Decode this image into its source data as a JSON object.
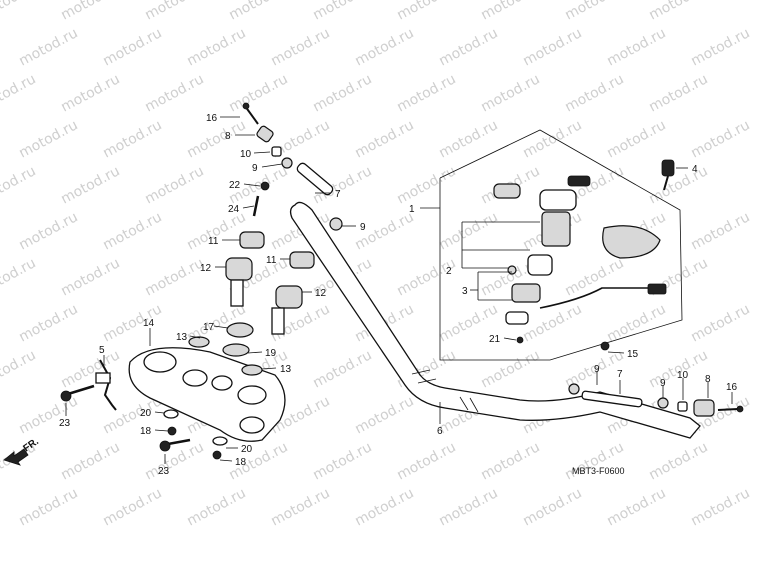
{
  "diagram": {
    "code": "MBT3-F0600",
    "front_label": "FR.",
    "watermark": "motod.ru",
    "callouts": [
      {
        "id": "c16a",
        "text": "16"
      },
      {
        "id": "c8a",
        "text": "8"
      },
      {
        "id": "c10a",
        "text": "10"
      },
      {
        "id": "c9a",
        "text": "9"
      },
      {
        "id": "c22",
        "text": "22"
      },
      {
        "id": "c7a",
        "text": "7"
      },
      {
        "id": "c24",
        "text": "24"
      },
      {
        "id": "c9b",
        "text": "9"
      },
      {
        "id": "c11a",
        "text": "11"
      },
      {
        "id": "c11b",
        "text": "11"
      },
      {
        "id": "c12a",
        "text": "12"
      },
      {
        "id": "c12b",
        "text": "12"
      },
      {
        "id": "c14",
        "text": "14"
      },
      {
        "id": "c17",
        "text": "17"
      },
      {
        "id": "c13a",
        "text": "13"
      },
      {
        "id": "c19",
        "text": "19"
      },
      {
        "id": "c13b",
        "text": "13"
      },
      {
        "id": "c5",
        "text": "5"
      },
      {
        "id": "c23a",
        "text": "23"
      },
      {
        "id": "c20a",
        "text": "20"
      },
      {
        "id": "c18a",
        "text": "18"
      },
      {
        "id": "c20b",
        "text": "20"
      },
      {
        "id": "c18b",
        "text": "18"
      },
      {
        "id": "c23b",
        "text": "23"
      },
      {
        "id": "c1",
        "text": "1"
      },
      {
        "id": "c2",
        "text": "2"
      },
      {
        "id": "c3",
        "text": "3"
      },
      {
        "id": "c4",
        "text": "4"
      },
      {
        "id": "c21",
        "text": "21"
      },
      {
        "id": "c15",
        "text": "15"
      },
      {
        "id": "c9c",
        "text": "9"
      },
      {
        "id": "c7b",
        "text": "7"
      },
      {
        "id": "c9d",
        "text": "9"
      },
      {
        "id": "c10b",
        "text": "10"
      },
      {
        "id": "c8b",
        "text": "8"
      },
      {
        "id": "c16b",
        "text": "16"
      },
      {
        "id": "c6",
        "text": "6"
      }
    ]
  }
}
